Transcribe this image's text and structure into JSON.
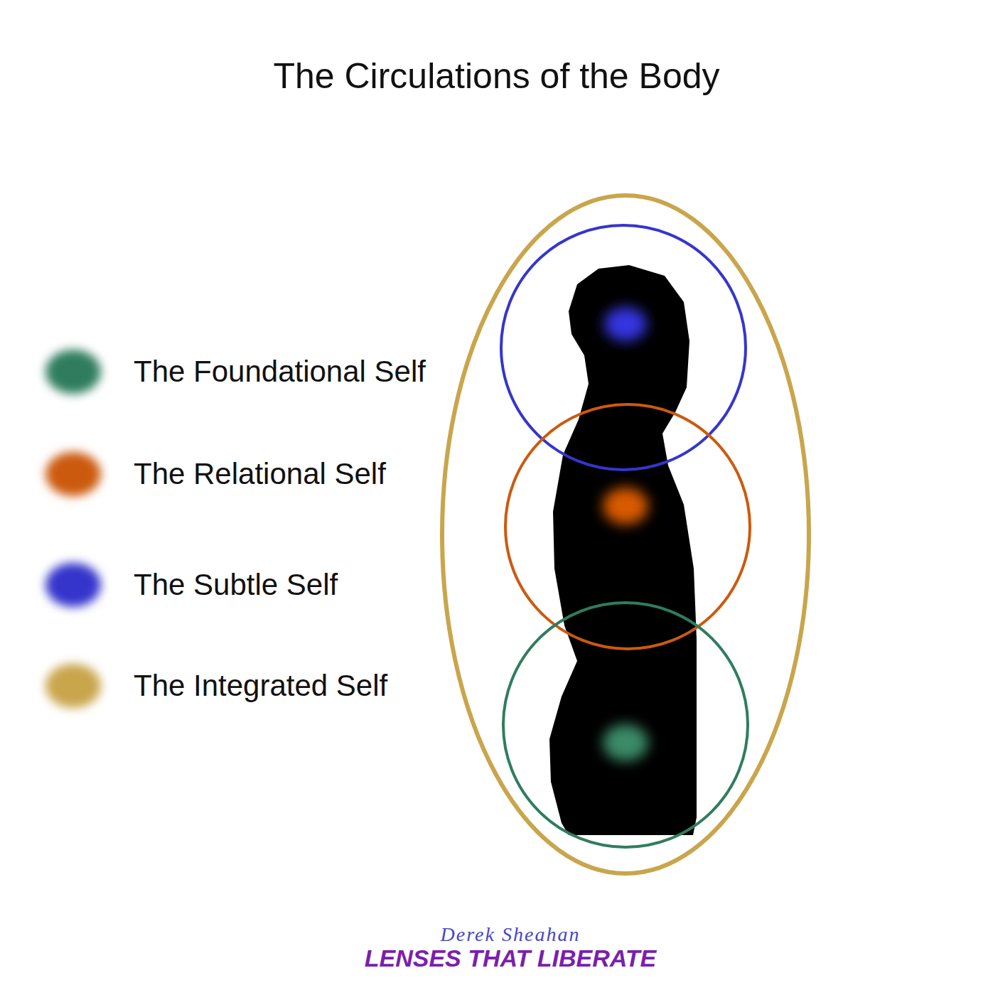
{
  "diagram": {
    "title": "The Circulations of the Body",
    "labels": [
      "Derek Sheahan",
      "LENSES THAT LIBERATE"
    ],
    "legend": [
      {
        "text": "The Foundational Self",
        "color": "#2f7d5e"
      },
      {
        "text": "The Relational Self",
        "color": "#cc5a0e"
      },
      {
        "text": "The Subtle Self",
        "color": "#3535cc"
      },
      {
        "text": "The Integrated Self",
        "color": "#c9a54c"
      }
    ]
  }
}
